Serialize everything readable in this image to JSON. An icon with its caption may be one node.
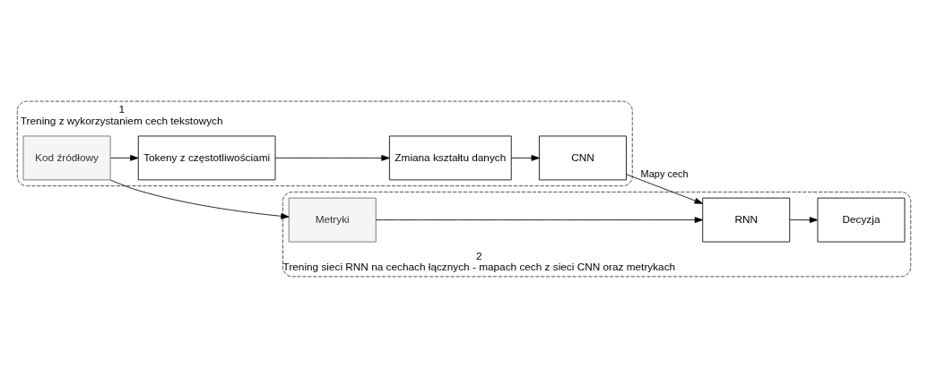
{
  "diagram": {
    "nodes": [
      {
        "text": [
          "1",
          "Trening z wykorzystaniem cech tekstowych"
        ]
      },
      {
        "text": [
          "Kod źródłowy"
        ],
        "in": 0
      },
      {
        "text": [
          "Tokeny z częstotliwościami"
        ],
        "in": 0
      },
      {
        "text": [
          "Zmiana kształtu danych"
        ],
        "in": 0
      },
      {
        "text": [
          "CNN"
        ],
        "in": 0
      },
      {
        "text": [
          "2",
          "Trening sieci RNN na cechach łącznych - mapach cech z sieci CNN oraz metrykach"
        ]
      },
      {
        "text": [
          "Metryki"
        ],
        "in": 5
      },
      {
        "text": [
          "RNN"
        ],
        "in": 5
      },
      {
        "text": [
          "Decyzja"
        ],
        "in": 5
      }
    ],
    "edges": [
      {
        "from": 1,
        "to": 2,
        "arrow": "to"
      },
      {
        "from": 2,
        "to": 3,
        "arrow": "to"
      },
      {
        "from": 3,
        "to": 4,
        "arrow": "to"
      },
      {
        "from": 4,
        "to": 7,
        "arrow": "to",
        "label": "Mapy cech"
      },
      {
        "from": 6,
        "to": 7,
        "arrow": "to"
      },
      {
        "from": 7,
        "to": 8,
        "arrow": "to"
      },
      {
        "from": 1,
        "to": 6,
        "arrow": "to"
      }
    ]
  }
}
